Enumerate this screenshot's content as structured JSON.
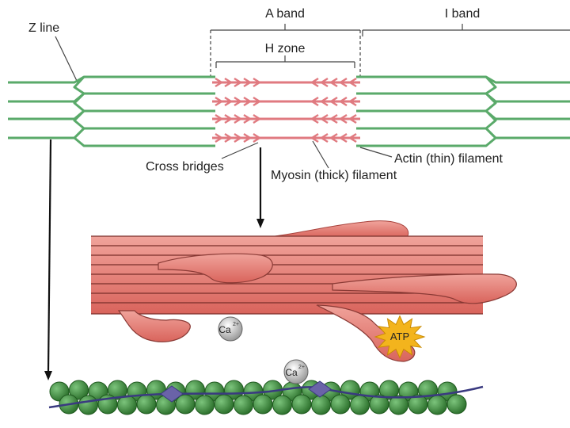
{
  "labels": {
    "z_line": "Z line",
    "a_band": "A band",
    "i_band": "I band",
    "h_zone": "H zone",
    "cross_bridges": "Cross bridges",
    "myosin_filament": "Myosin (thick) filament",
    "actin_filament": "Actin (thin) filament",
    "calcium": "Ca",
    "calcium_charge": "2+",
    "atp": "ATP"
  },
  "colors": {
    "thin_filament": "#5aaa6a",
    "thick_filament": "#e07a80",
    "myosin_body": "#e07b70",
    "myosin_dark": "#c84c46",
    "actin_bead": "#3d8a3d",
    "tropomyosin": "#3a3a80",
    "troponin": "#6a63a8",
    "atp_burst": "#f3b41d",
    "calcium_ion": "#cfcfcf",
    "bracket": "#444444"
  },
  "icons": {
    "calcium_ion": "calcium-ion-icon",
    "atp": "atp-starburst-icon"
  }
}
